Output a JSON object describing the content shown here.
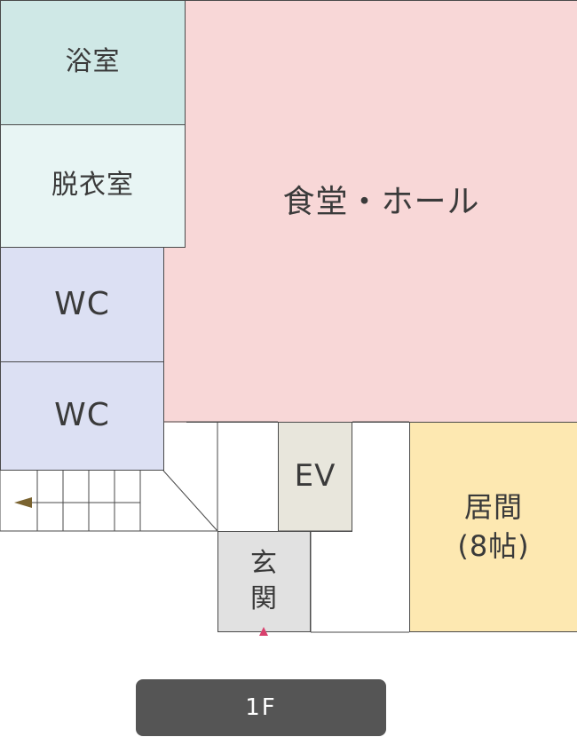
{
  "rooms": {
    "bath": "浴室",
    "dressing": "脱衣室",
    "hall": "食堂・ホール",
    "wc_upper": "WC",
    "wc_lower": "WC",
    "elevator": "EV",
    "living_line1": "居間",
    "living_line2": "(8帖)",
    "entrance_line1": "玄",
    "entrance_line2": "関"
  },
  "floor_label": "1F",
  "colors": {
    "entrance_arrow": "#d9406d",
    "stair_arrow": "#7a6330"
  }
}
